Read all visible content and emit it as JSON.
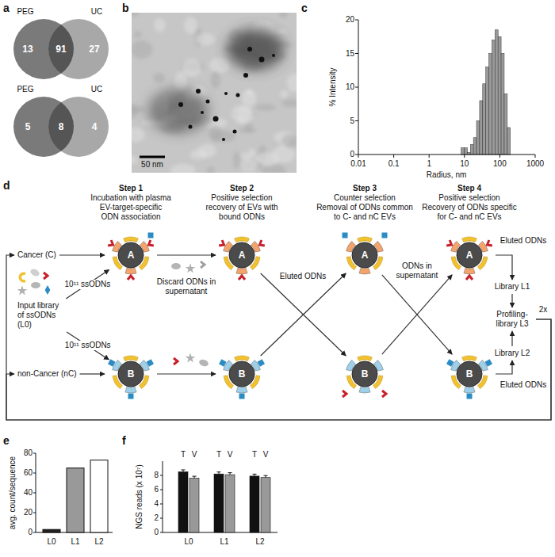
{
  "diagram": {
    "nodes": [
      {
        "text": [
          "Cancer (C)"
        ]
      },
      {
        "text": [
          "non-Cancer (nC)"
        ]
      },
      {
        "text": [
          "Input library of ssODNs (L0)"
        ]
      },
      {
        "text": [
          "A"
        ]
      },
      {
        "text": [
          "B"
        ]
      },
      {
        "text": [
          "A"
        ]
      },
      {
        "text": [
          "B"
        ]
      },
      {
        "text": [
          "A"
        ]
      },
      {
        "text": [
          "B"
        ]
      },
      {
        "text": [
          "A"
        ]
      },
      {
        "text": [
          "B"
        ]
      },
      {
        "text": [
          "Library L1"
        ]
      },
      {
        "text": [
          "Library L2"
        ]
      },
      {
        "text": [
          "Profiling-library L3"
        ]
      }
    ],
    "edges": [
      {
        "from": 0,
        "to": 3,
        "arrow": "to"
      },
      {
        "from": 1,
        "to": 4,
        "arrow": "to"
      },
      {
        "from": 2,
        "to": 3,
        "label": "10¹¹ ssODNs",
        "arrow": "to"
      },
      {
        "from": 2,
        "to": 4,
        "label": "10¹¹ ssODNs",
        "arrow": "to"
      },
      {
        "from": 3,
        "to": 5,
        "arrow": "to"
      },
      {
        "from": 4,
        "to": 6,
        "arrow": "to"
      },
      {
        "from": 5,
        "to": 8,
        "arrow": "to"
      },
      {
        "from": 6,
        "to": 7,
        "arrow": "to"
      },
      {
        "from": 7,
        "to": 10,
        "arrow": "to"
      },
      {
        "from": 8,
        "to": 9,
        "arrow": "to"
      },
      {
        "from": 9,
        "to": 11,
        "label": "Eluted ODNs",
        "arrow": "to"
      },
      {
        "from": 10,
        "to": 12,
        "label": "Eluted ODNs",
        "arrow": "to"
      },
      {
        "from": 11,
        "to": 13,
        "arrow": "to"
      },
      {
        "from": 12,
        "to": 13,
        "arrow": "to"
      },
      {
        "from": 13,
        "to": 0,
        "label": "2x",
        "arrow": "to"
      },
      {
        "from": 13,
        "to": 1,
        "arrow": "to"
      }
    ],
    "labels": [
      "a",
      "PEG",
      "UC",
      "13",
      "91",
      "27",
      "PEG",
      "UC",
      "5",
      "8",
      "4",
      "b",
      "50 nm",
      "c",
      "% Intensity",
      "0.01",
      "0.1",
      "1",
      "10",
      "100",
      "1000",
      "Radius, nm",
      "0",
      "5",
      "10",
      "15",
      "20",
      "d",
      "Step 1",
      "Incubation with plasma",
      "EV-target-specific ODN association",
      "Step 2",
      "Positive selection",
      "recovery of EVs with bound ODNs",
      "Step 3",
      "Counter selection",
      "Removal of ODNs common to C- and nC EVs",
      "Step 4",
      "Positive selection",
      "Recovery of ODNs specific for C- and nC EVs",
      "Discard ODNs in supernatant",
      "Eluted ODNs",
      "ODNs in supernatant",
      "e",
      "avg. count/sequence",
      "0",
      "20",
      "40",
      "60",
      "80",
      "L0",
      "L1",
      "L2",
      "f",
      "NGS reads (x 10⁷)",
      "0",
      "2",
      "4",
      "6",
      "8",
      "T",
      "V",
      "T",
      "V",
      "T",
      "V",
      "L0",
      "L1",
      "L2"
    ]
  }
}
